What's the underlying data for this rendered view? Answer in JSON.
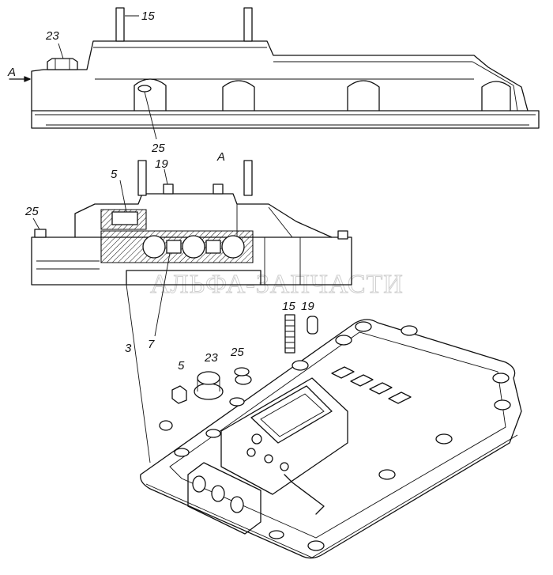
{
  "view_label": "A",
  "watermark": "АЛЬФА-ЗАПЧАСТИ",
  "callouts": {
    "top_15": "15",
    "top_23": "23",
    "top_view_arrow": "A",
    "top_25": "25",
    "mid_5": "5",
    "mid_19": "19",
    "mid_view": "A",
    "mid_25": "25",
    "mid_3": "3",
    "mid_7": "7",
    "exp_15": "15",
    "exp_19": "19",
    "exp_5": "5",
    "exp_23": "23",
    "exp_25": "25"
  }
}
